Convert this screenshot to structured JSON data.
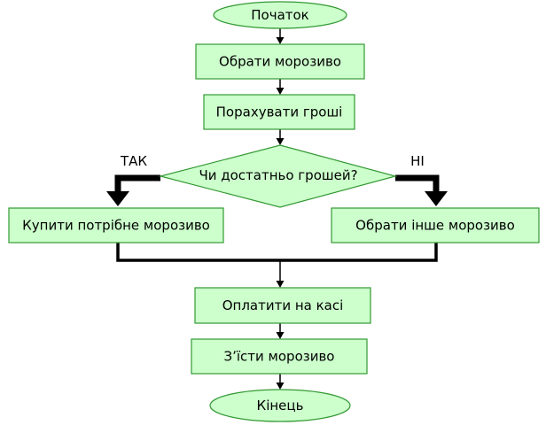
{
  "colors": {
    "node_fill": "#ccffcc",
    "node_stroke": "#339933",
    "connector": "#000000"
  },
  "nodes": {
    "start": "Початок",
    "choose": "Обрати морозиво",
    "count": "Порахувати гроші",
    "decision": "Чи достатньо грошей?",
    "buy": "Купити потрібне морозиво",
    "choose_other": "Обрати інше морозиво",
    "pay": "Оплатити на касі",
    "eat": "З’їсти морозиво",
    "end": "Кінець"
  },
  "branches": {
    "yes": "ТАК",
    "no": "НІ"
  }
}
